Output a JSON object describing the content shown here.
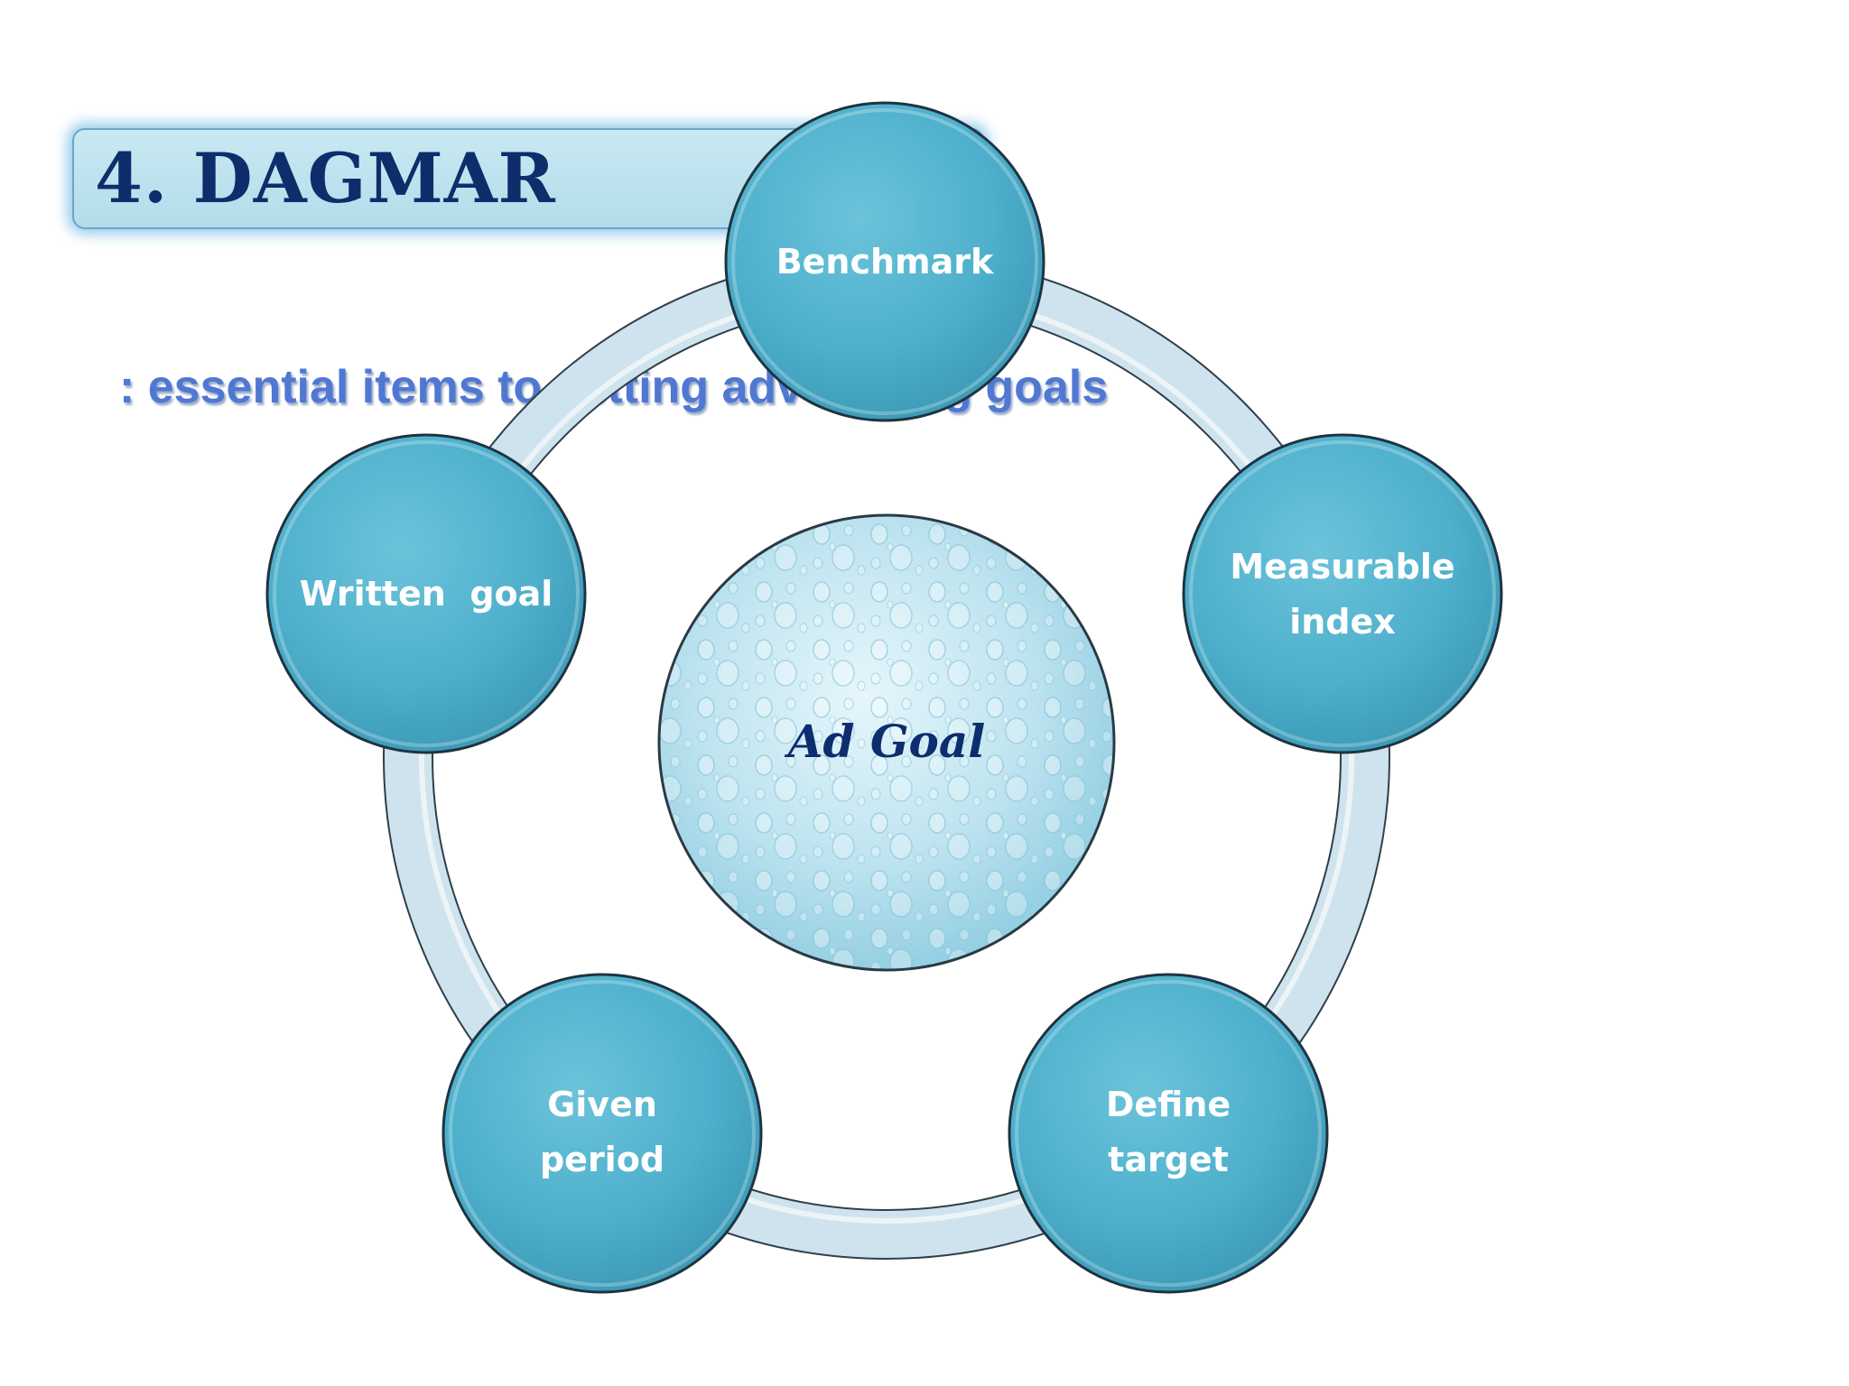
{
  "slide": {
    "title": "4. DAGMAR",
    "subtitle": ": essential items to setting advertising goals"
  },
  "diagram": {
    "center": {
      "label": "Ad Goal"
    },
    "nodes": [
      {
        "id": "benchmark",
        "lines": [
          "Benchmark"
        ]
      },
      {
        "id": "measurable-index",
        "lines": [
          "Measurable",
          "index"
        ]
      },
      {
        "id": "define-target",
        "lines": [
          "Define",
          "target"
        ]
      },
      {
        "id": "given-period",
        "lines": [
          "Given",
          "period"
        ]
      },
      {
        "id": "written-goal",
        "lines": [
          "Written  goal"
        ]
      }
    ]
  },
  "colors": {
    "node_fill": "#4eb0cc",
    "node_border": "#1f3340",
    "ring": "#cfe3ee",
    "title_text": "#0d2e6b",
    "subtitle_text": "#4f78d2",
    "center_text": "#0e2d6e"
  }
}
